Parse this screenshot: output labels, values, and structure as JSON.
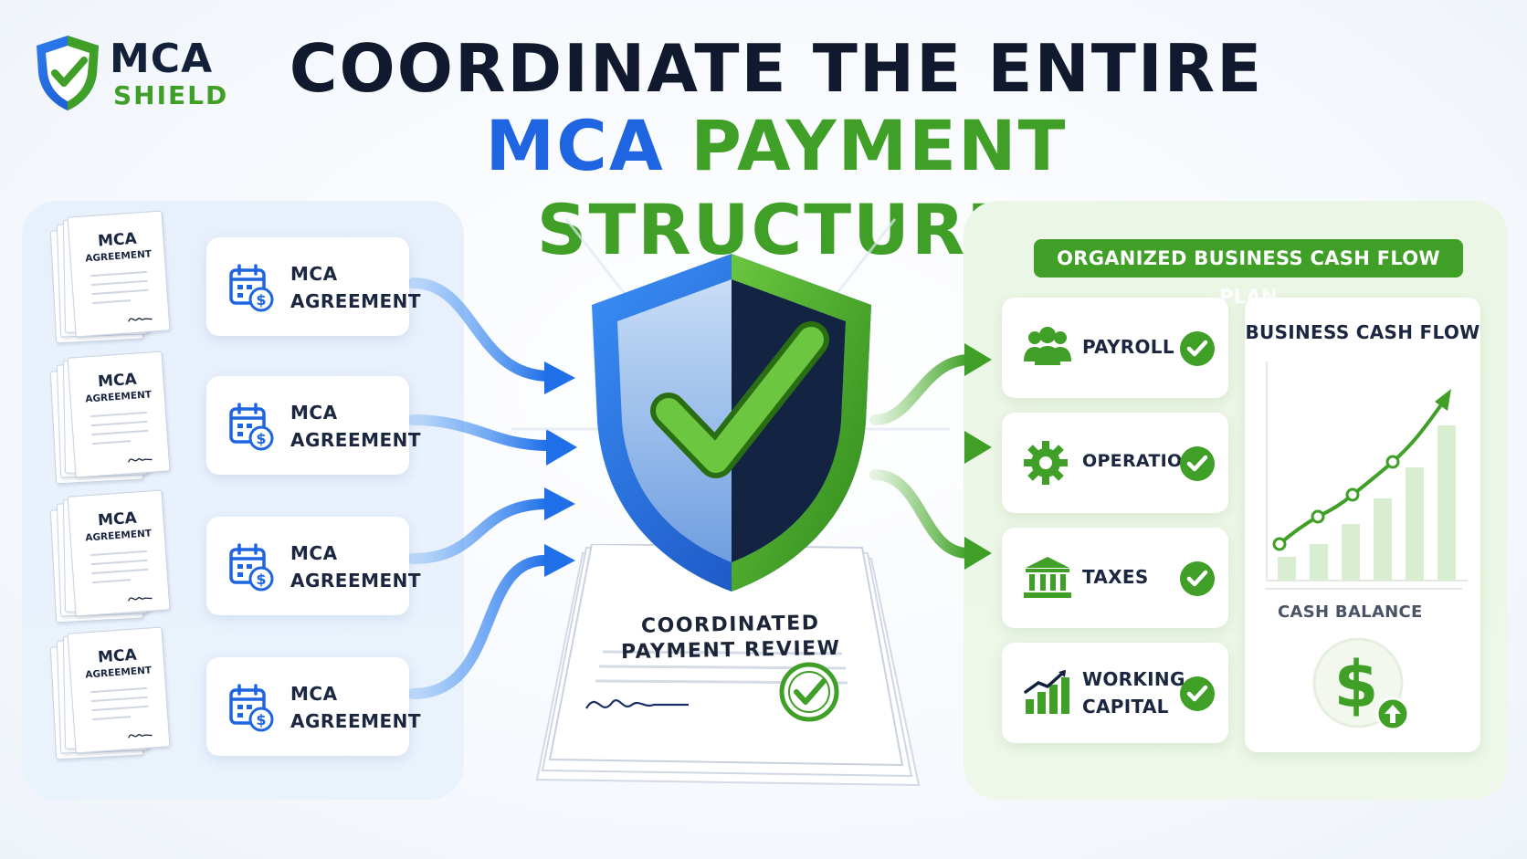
{
  "logo": {
    "word1": "MCA",
    "word2": "SHIELD",
    "icon": "shield-check-icon"
  },
  "headline": {
    "line1": "COORDINATE THE ENTIRE",
    "line2_blue": "MCA",
    "line2_green": "PAYMENT STRUCTURE"
  },
  "documents": [
    {
      "title": "MCA",
      "subtitle": "AGREEMENT"
    },
    {
      "title": "MCA",
      "subtitle": "AGREEMENT"
    },
    {
      "title": "MCA",
      "subtitle": "AGREEMENT"
    },
    {
      "title": "MCA",
      "subtitle": "AGREEMENT"
    }
  ],
  "agreements": [
    {
      "line1": "MCA",
      "line2": "AGREEMENT",
      "icon": "calendar-dollar-icon"
    },
    {
      "line1": "MCA",
      "line2": "AGREEMENT",
      "icon": "calendar-dollar-icon"
    },
    {
      "line1": "MCA",
      "line2": "AGREEMENT",
      "icon": "calendar-dollar-icon"
    },
    {
      "line1": "MCA",
      "line2": "AGREEMENT",
      "icon": "calendar-dollar-icon"
    }
  ],
  "center": {
    "shield_icon": "shield-check-icon",
    "review_line1": "COORDINATED",
    "review_line2": "PAYMENT REVIEW"
  },
  "plan": {
    "banner": "ORGANIZED BUSINESS CASH FLOW PLAN",
    "items": [
      {
        "line1": "PAYROLL",
        "line2": "",
        "icon": "people-icon"
      },
      {
        "line1": "OPERATIONS",
        "line2": "",
        "icon": "gear-icon"
      },
      {
        "line1": "TAXES",
        "line2": "",
        "icon": "bank-icon"
      },
      {
        "line1": "WORKING",
        "line2": "CAPITAL",
        "icon": "growth-chart-icon"
      }
    ]
  },
  "cashflow": {
    "title": "BUSINESS CASH FLOW",
    "balance_label": "CASH BALANCE",
    "balance_icon": "dollar-up-icon"
  },
  "colors": {
    "blue": "#1f64e0",
    "green": "#3f9f26",
    "navy": "#13203a"
  }
}
